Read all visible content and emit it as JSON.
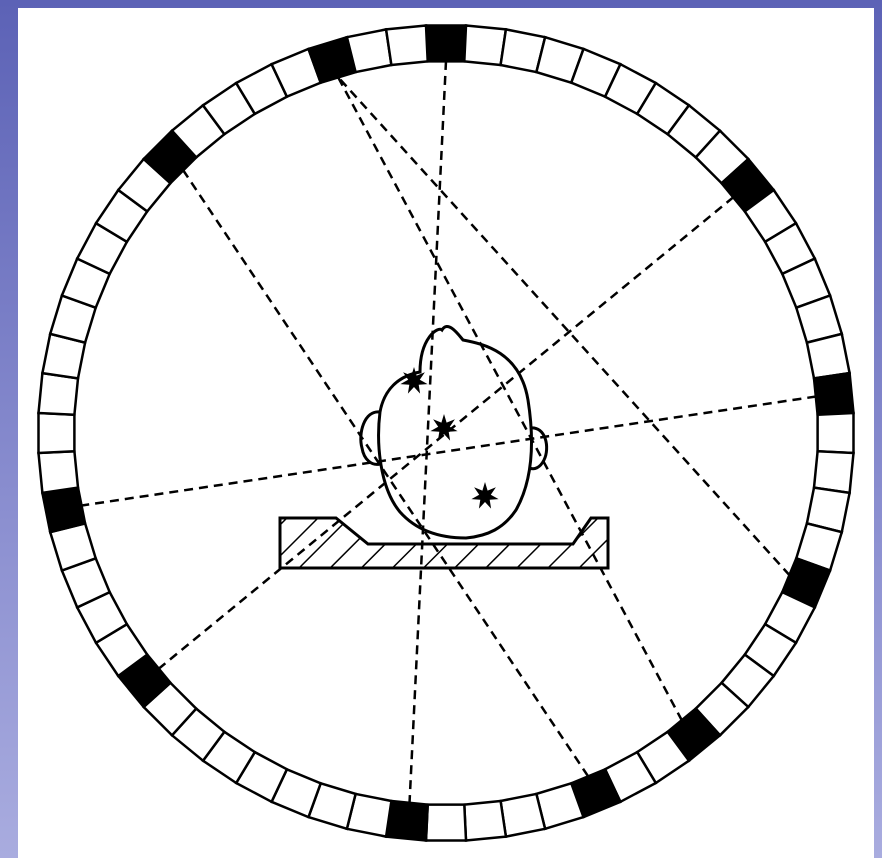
{
  "diagram": {
    "kind": "PET scanner detector ring schematic",
    "detector_ring": {
      "segment_count": 64,
      "active_segment_indices": [
        0,
        9,
        15,
        20,
        25,
        28,
        33,
        41,
        46,
        56,
        61
      ],
      "active_pairs": [
        [
          20,
          61
        ],
        [
          15,
          46
        ],
        [
          0,
          33
        ],
        [
          41,
          9
        ],
        [
          56,
          28
        ],
        [
          25,
          61
        ]
      ]
    },
    "annihilation_events": 3,
    "colors": {
      "background_gradient_top": "#5c62b6",
      "background_gradient_bottom": "#a9acdf",
      "panel": "#ffffff",
      "line": "#000000",
      "active_detector": "#000000",
      "idle_detector": "#ffffff"
    }
  }
}
